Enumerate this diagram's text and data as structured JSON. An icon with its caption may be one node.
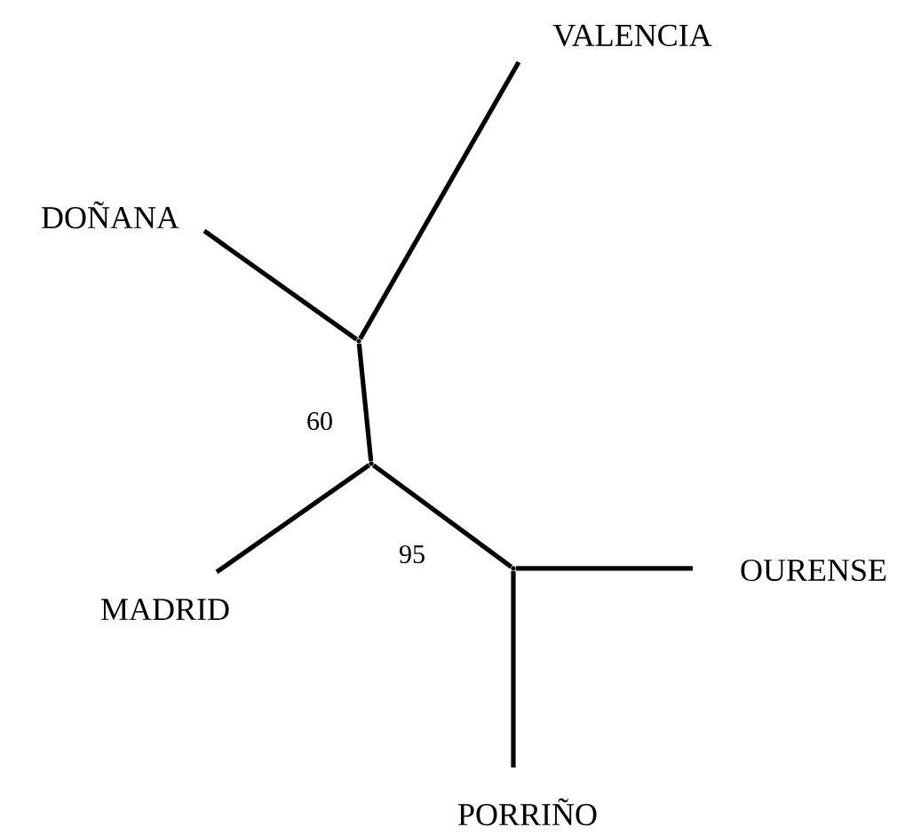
{
  "diagram": {
    "nodes": [
      {
        "text": [
          "VALENCIA"
        ]
      },
      {
        "text": [
          "DOÑANA"
        ]
      },
      {
        "text": [],
        "shape": "point"
      },
      {
        "text": [],
        "shape": "point"
      },
      {
        "text": [
          "MADRID"
        ]
      },
      {
        "text": [],
        "shape": "point"
      },
      {
        "text": [
          "OURENSE"
        ]
      },
      {
        "text": [
          "PORRIÑO"
        ]
      }
    ],
    "edges": [
      {
        "from": 2,
        "to": 0,
        "arrow": "none"
      },
      {
        "from": 1,
        "to": 2,
        "arrow": "none"
      },
      {
        "from": 2,
        "to": 3,
        "arrow": "none",
        "label": "60"
      },
      {
        "from": 3,
        "to": 4,
        "arrow": "none"
      },
      {
        "from": 3,
        "to": 5,
        "arrow": "none",
        "label": "95"
      },
      {
        "from": 5,
        "to": 6,
        "arrow": "none"
      },
      {
        "from": 5,
        "to": 7,
        "arrow": "none"
      }
    ]
  }
}
